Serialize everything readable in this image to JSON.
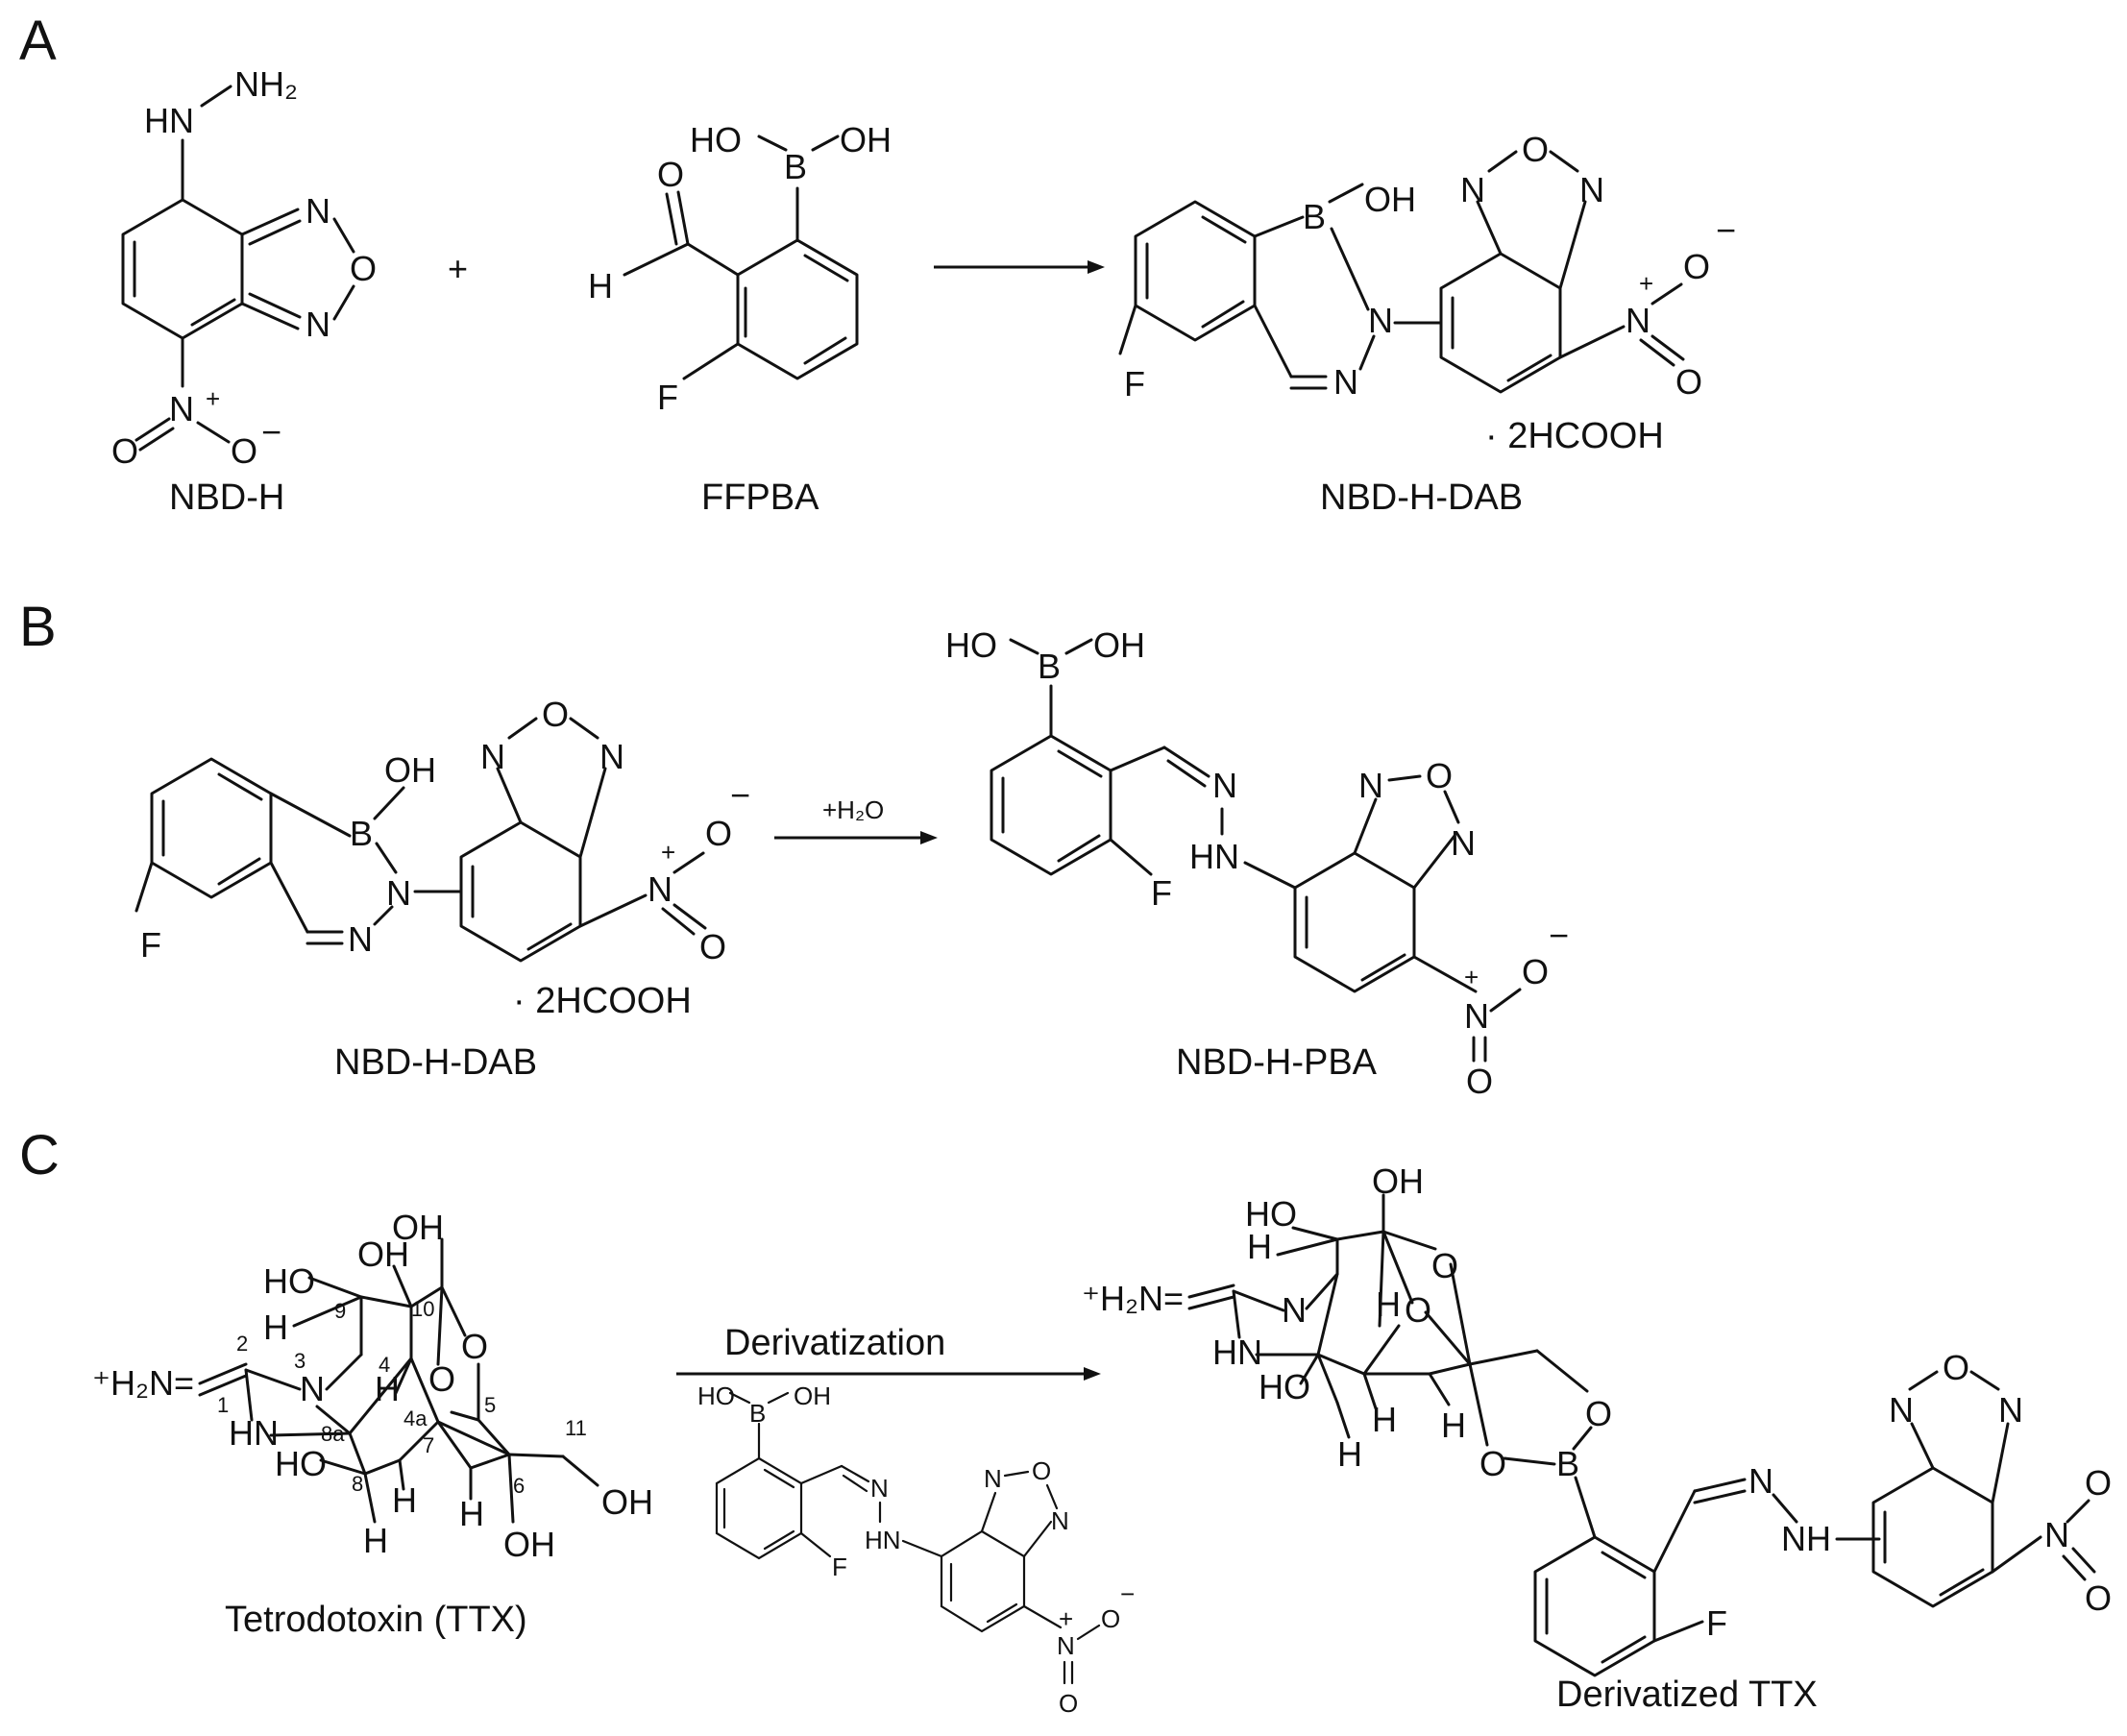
{
  "panels": [
    {
      "letter": "A"
    },
    {
      "letter": "B"
    },
    {
      "letter": "C"
    }
  ],
  "panel_a": {
    "reactant1": "NBD-H",
    "plus": "+",
    "reactant2": "FFPBA",
    "product": "NBD-H-DAB",
    "salt": "· 2HCOOH"
  },
  "panel_b": {
    "reactant": "NBD-H-DAB",
    "salt": "· 2HCOOH",
    "reagent": "+H₂O",
    "product": "NBD-H-PBA"
  },
  "panel_c": {
    "reactant": "Tetrodotoxin (TTX)",
    "arrow_label": "Derivatization",
    "product": "Derivatized TTX"
  },
  "atoms": {
    "N": "N",
    "O": "O",
    "F": "F",
    "B": "B",
    "H": "H",
    "OH": "OH",
    "HO": "HO",
    "HN": "HN",
    "NH": "NH",
    "NH2": "NH₂",
    "NO2_plus": "+",
    "minus": "−",
    "H2N_plus": "⁺H₂N="
  },
  "ttx_numbering": [
    "1",
    "2",
    "3",
    "4",
    "4a",
    "5",
    "6",
    "7",
    "8",
    "8a",
    "9",
    "10",
    "11"
  ]
}
